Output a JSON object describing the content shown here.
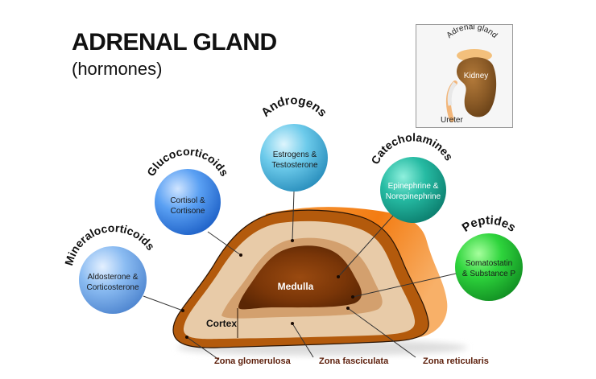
{
  "header": {
    "title": "ADRENAL GLAND",
    "subtitle": "(hormones)"
  },
  "inset": {
    "adrenal_label": "Adrenal gland",
    "kidney_label": "Kidney",
    "ureter_label": "Ureter"
  },
  "hormone_groups": [
    {
      "name": "Mineralocorticoids",
      "members": [
        "Aldosterone &",
        "Corticosterone"
      ],
      "color": "#7fb2ee"
    },
    {
      "name": "Glucocorticoids",
      "members": [
        "Cortisol &",
        "Cortisone"
      ],
      "color": "#4d97f2"
    },
    {
      "name": "Androgens",
      "members": [
        "Estrogens &",
        "Testosterone"
      ],
      "color": "#5ec5e8"
    },
    {
      "name": "Catecholamines",
      "members": [
        "Epinephrine &",
        "Norepinephrine"
      ],
      "color": "#25b9a2"
    },
    {
      "name": "Peptides",
      "members": [
        "Somatostatin",
        "& Substance P"
      ],
      "color": "#29cf3b"
    }
  ],
  "gland": {
    "medulla_label": "Medulla",
    "cortex_label": "Cortex",
    "zones": [
      "Zona glomerulosa",
      "Zona fasciculata",
      "Zona reticularis"
    ]
  },
  "colors": {
    "capsule": "#b35a0c",
    "fasciculata": "#e8c9a6",
    "reticularis": "#d4a06e",
    "medulla": "#7a3a08",
    "outer": "#f58a1e",
    "zone_label": "#5c1e0a"
  }
}
